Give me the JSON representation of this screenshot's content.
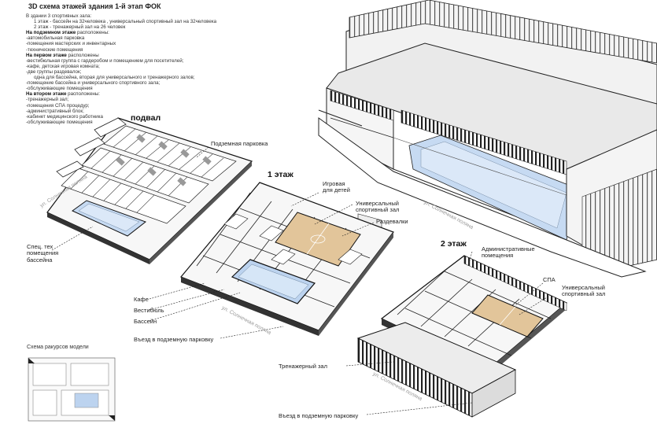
{
  "title": "3D схема этажей здания 1-й этап ФОК",
  "description": {
    "intro": "В здании 3 спортивных зала:",
    "halls": [
      "1 этаж - бассейн на 32человека , универсальный спортивный зал на 32человека",
      "2 этаж - тренажерный зал на 26 человек"
    ],
    "basement": {
      "head_bold": "На подземном этаже",
      "head_rest": " расположены:",
      "items": [
        "-автомобильная парковка",
        "-помещения мастерских и инвентарных",
        "-технические помещения"
      ]
    },
    "first": {
      "head_bold": "На первом этаже",
      "head_rest": " расположены",
      "items": [
        "-вестибюльная группа с гардеробом и помещением для посетителей;",
        "-кафе, детская игровая комната;",
        "-две группы раздевалок;",
        "   одна для бассейна, вторая для универсального и тренажерного залов;",
        "-помещение бассейна и универсального спортивного зала;",
        "-обслуживающие помещения"
      ]
    },
    "second": {
      "head_bold": "На втором этаже",
      "head_rest": " расположены:",
      "items": [
        "-тренажерный зал;",
        "-помещения СПА процедур;",
        "-административный блок;",
        "-кабинет медицинского работника",
        "-обслуживающие помещения"
      ]
    }
  },
  "floors": {
    "basement": "подвал",
    "first": "1 этаж",
    "second": "2 этаж"
  },
  "labels": {
    "parking": "Подземная парковка",
    "tech_rooms": [
      "Спец. тех",
      "помещения",
      "бассейна"
    ],
    "playroom": [
      "Игровая",
      "для детей"
    ],
    "universal_hall_1": [
      "Универсальный",
      "спортивный зал"
    ],
    "lockers": "Раздевалки",
    "cafe": "Кафе",
    "lobby": "Вестибюль",
    "pool": "Бассейн",
    "entrance_parking_1": "Въезд в подземную парковку",
    "admin": [
      "Административные",
      "помещения"
    ],
    "spa": "СПА",
    "universal_hall_2": [
      "Универсальный",
      "спортивный зал"
    ],
    "gym": "Тренажерный зал",
    "entrance_parking_2": "Въезд в подземную парковку"
  },
  "street": "ул. Солнечная поляна",
  "mini_title": "Схема ракурсов модели",
  "colors": {
    "pool": "#bcd3ef",
    "court": "#e2c59a",
    "line": "#1a1a1a",
    "roof": "#eeeeee",
    "shade": "#d6d6d6"
  }
}
